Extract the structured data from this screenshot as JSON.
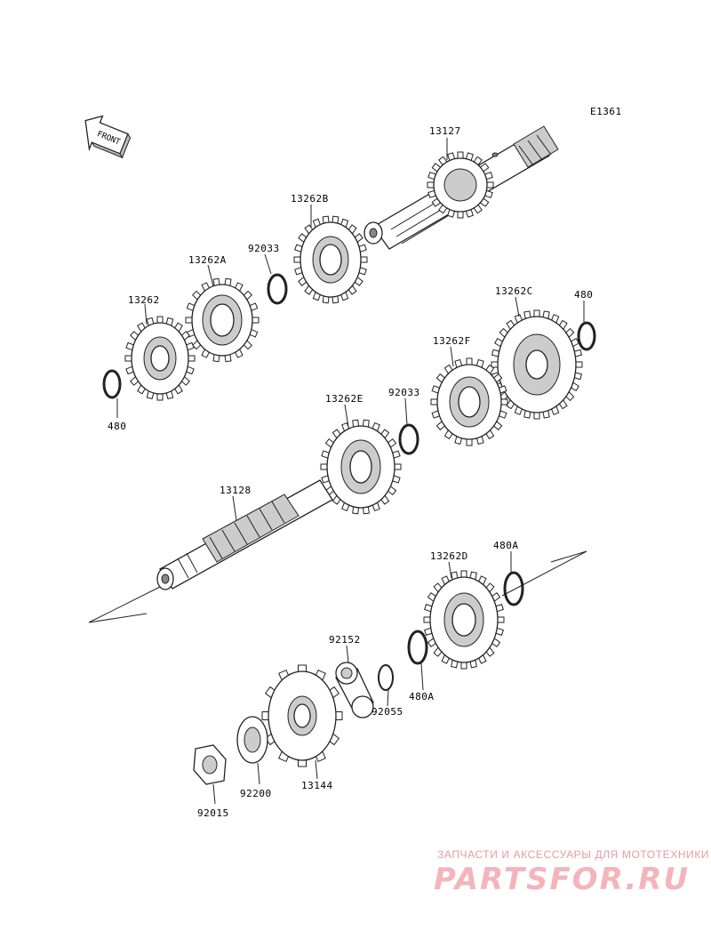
{
  "diagram_code": "E1361",
  "front_marker": "FRONT",
  "labels": {
    "p13127": "13127",
    "p13262B": "13262B",
    "p92033_top": "92033",
    "p13262A": "13262A",
    "p13262": "13262",
    "p480_left": "480",
    "p13262C": "13262C",
    "p480_right": "480",
    "p13262F": "13262F",
    "p92033_mid": "92033",
    "p13262E": "13262E",
    "p13128": "13128",
    "p13262D": "13262D",
    "p480A_top": "480A",
    "p92152": "92152",
    "p92055": "92055",
    "p480A_bottom": "480A",
    "p92200": "92200",
    "p13144": "13144",
    "p92015": "92015"
  },
  "watermark": {
    "tagline": "ЗАПЧАСТИ И АКСЕССУАРЫ ДЛЯ МОТОТЕХНИКИ",
    "brand": "PARTSFOR.RU"
  }
}
